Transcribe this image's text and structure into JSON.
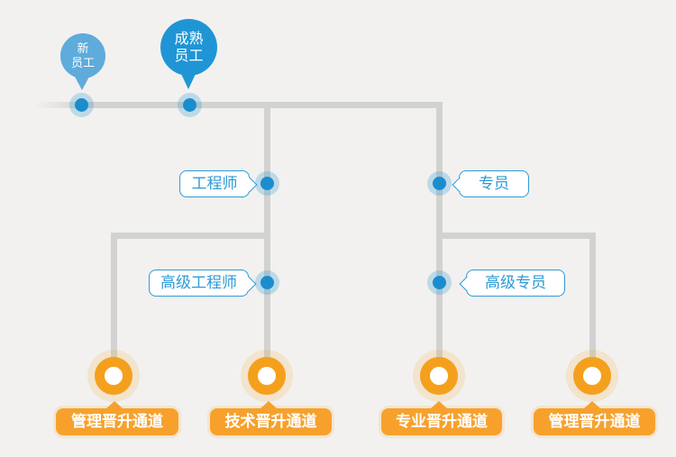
{
  "diagram": {
    "colors": {
      "bg": "#F2F1EF",
      "line": "#D2D2D1",
      "blue": "#2095D5",
      "blue_light": "#5FABDB",
      "blue_dot": "#1B8DCE",
      "blue_border": "#2D9AD5",
      "orange": "#F5A01D",
      "orange_box": "#F7A12C"
    },
    "employee_stages": [
      {
        "name": "新员工",
        "line1": "新",
        "line2": "员工"
      },
      {
        "name": "成熟员工",
        "line1": "成熟",
        "line2": "员工"
      }
    ],
    "levels": [
      {
        "label": "工程师"
      },
      {
        "label": "专员"
      },
      {
        "label": "高级工程师"
      },
      {
        "label": "高级专员"
      }
    ],
    "channels": [
      {
        "label": "管理晋升通道"
      },
      {
        "label": "技术晋升通道"
      },
      {
        "label": "专业晋升通道"
      },
      {
        "label": "管理晋升通道"
      }
    ]
  }
}
